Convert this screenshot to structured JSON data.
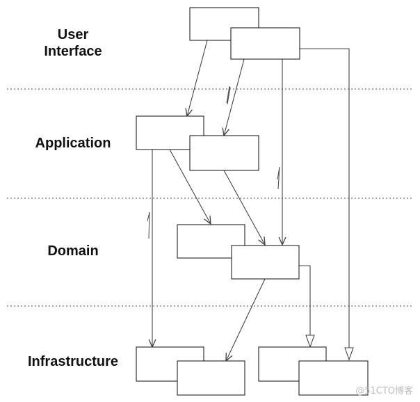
{
  "layers": [
    {
      "id": "ui",
      "label": "User\nInterface"
    },
    {
      "id": "app",
      "label": "Application"
    },
    {
      "id": "domain",
      "label": "Domain"
    },
    {
      "id": "infra",
      "label": "Infrastructure"
    }
  ],
  "watermark": "@51CTO博客",
  "colors": {
    "line": "#444444",
    "box_border": "#222222",
    "divider": "#888888",
    "background": "#ffffff"
  }
}
